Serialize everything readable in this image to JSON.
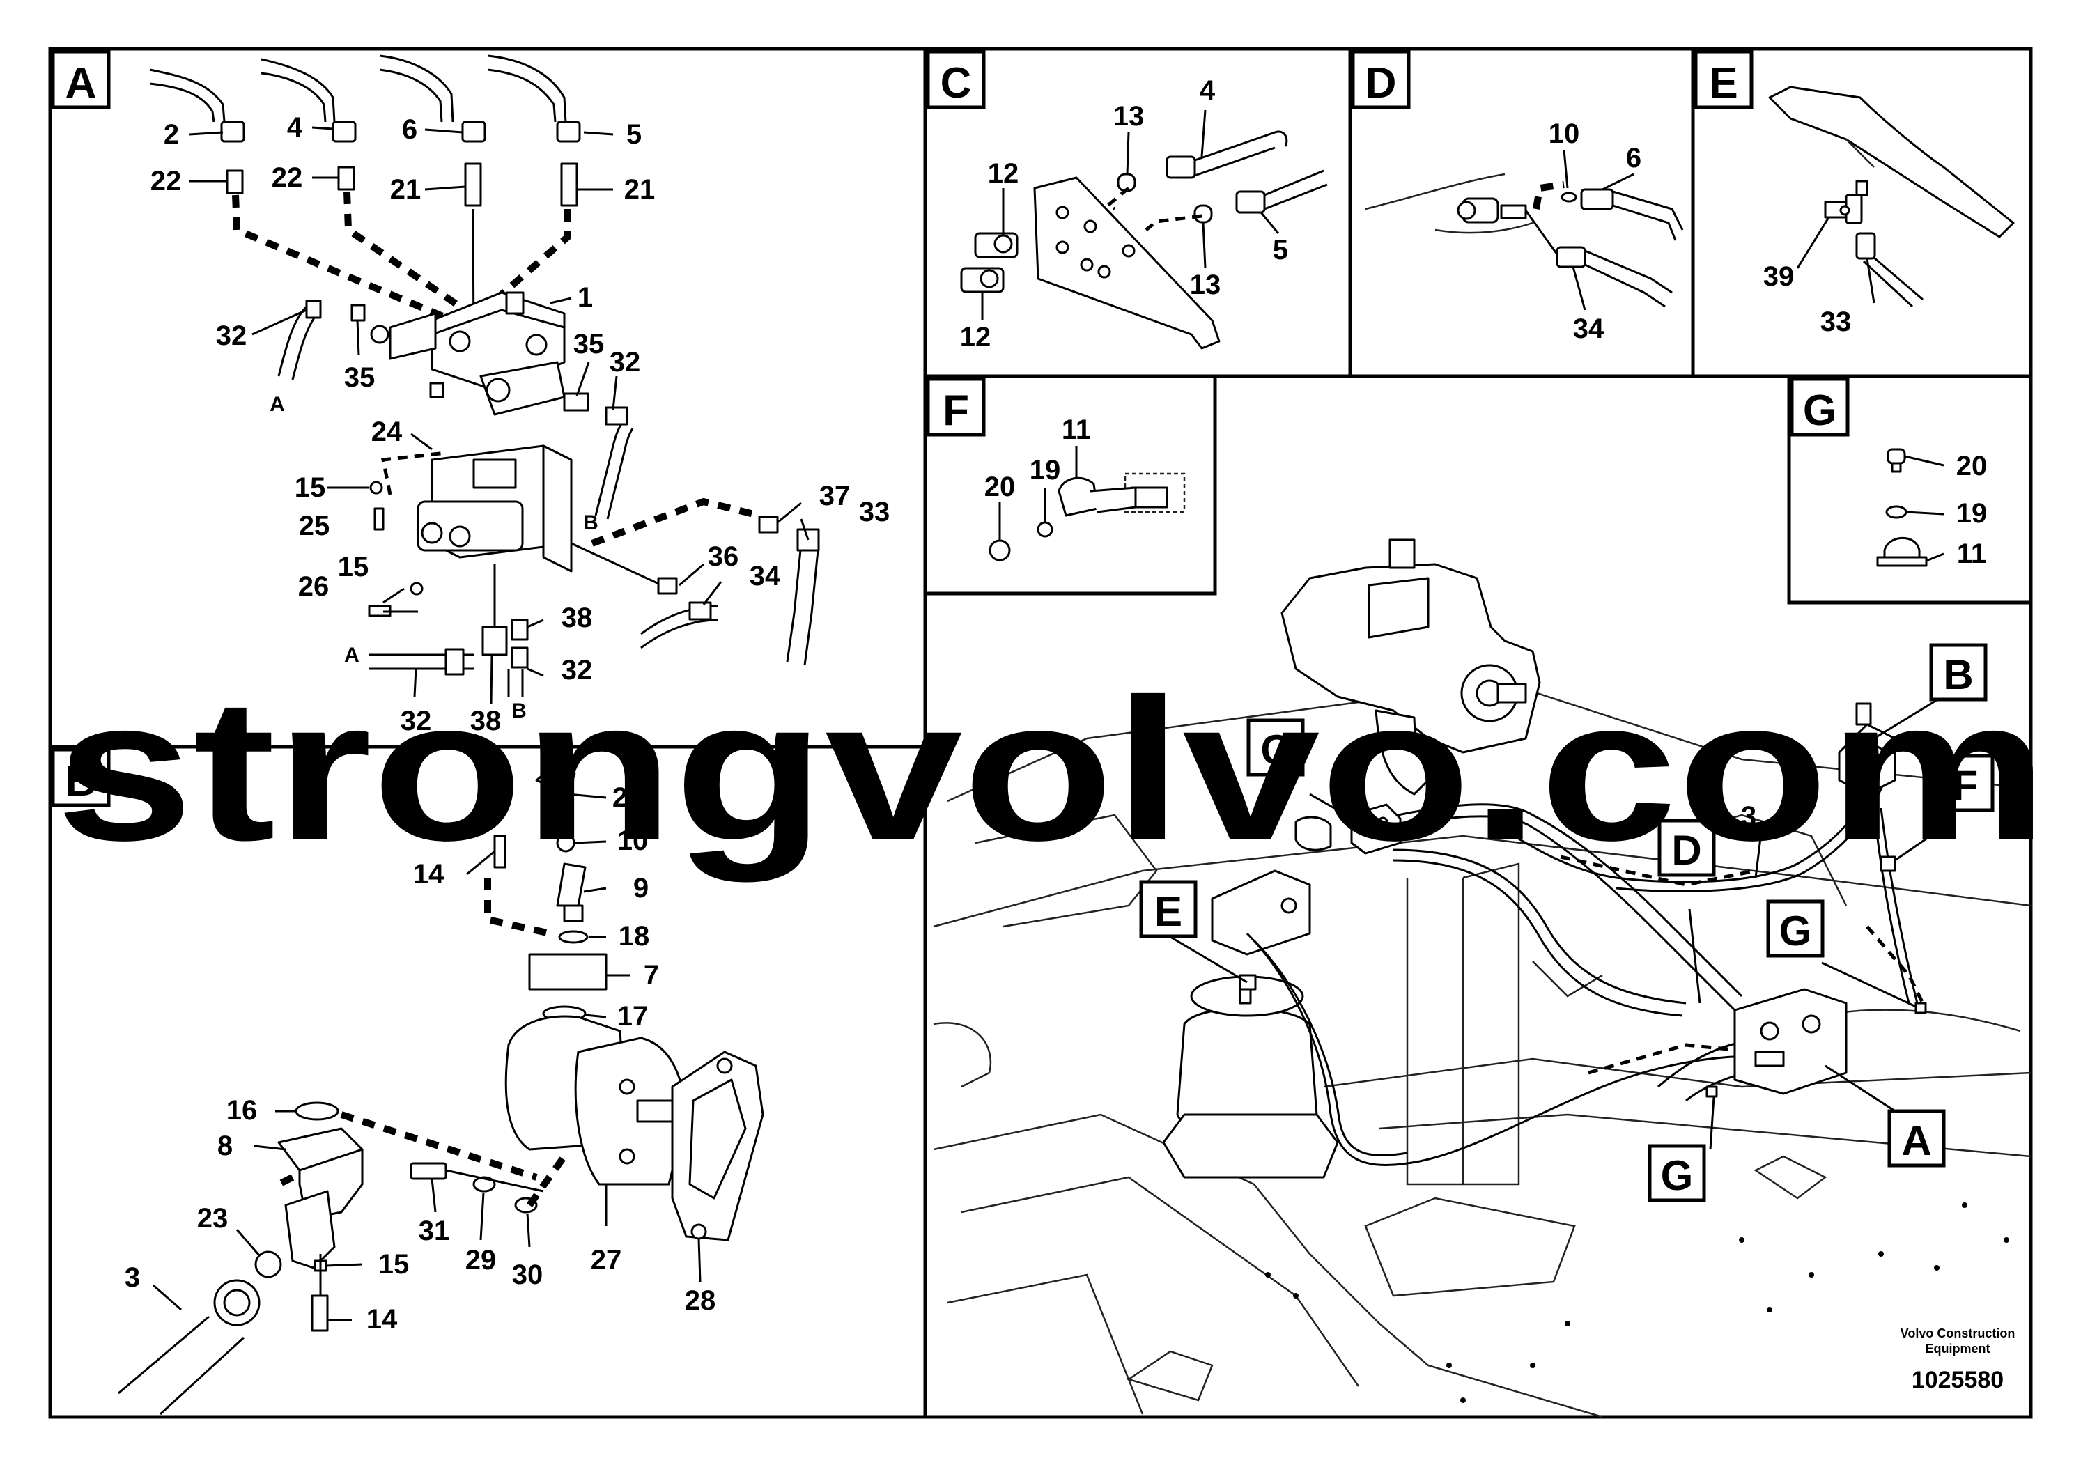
{
  "panels": {
    "A": {
      "letter": "A",
      "callouts": [
        "2",
        "4",
        "6",
        "5",
        "22",
        "22",
        "21",
        "21",
        "1",
        "32",
        "35",
        "35",
        "32",
        "24",
        "15",
        "25",
        "37",
        "33",
        "26",
        "15",
        "36",
        "34",
        "38",
        "32",
        "38",
        "32"
      ],
      "ends": [
        "A",
        "B",
        "A",
        "B"
      ]
    },
    "B": {
      "letter": "B",
      "callouts": [
        "2",
        "10",
        "14",
        "9",
        "18",
        "7",
        "17",
        "16",
        "8",
        "23",
        "3",
        "15",
        "14",
        "31",
        "29",
        "30",
        "27",
        "28"
      ]
    },
    "C": {
      "letter": "C",
      "callouts": [
        "4",
        "13",
        "12",
        "12",
        "13",
        "5"
      ]
    },
    "D": {
      "letter": "D",
      "callouts": [
        "10",
        "6",
        "34"
      ]
    },
    "E": {
      "letter": "E",
      "callouts": [
        "39",
        "33"
      ]
    },
    "F": {
      "letter": "F",
      "callouts": [
        "11",
        "20",
        "19"
      ]
    },
    "G": {
      "letter": "G",
      "callouts": [
        "20",
        "19",
        "11"
      ]
    },
    "overview": {
      "callouts": [
        "3"
      ],
      "tags": [
        "B",
        "C",
        "F",
        "D",
        "E",
        "G",
        "A",
        "G"
      ]
    }
  },
  "footer": {
    "company_line1": "Volvo Construction",
    "company_line2": "Equipment",
    "drawing_number": "1025580"
  },
  "watermark": {
    "text": "strongvolvo.com",
    "color": "#c82828"
  }
}
